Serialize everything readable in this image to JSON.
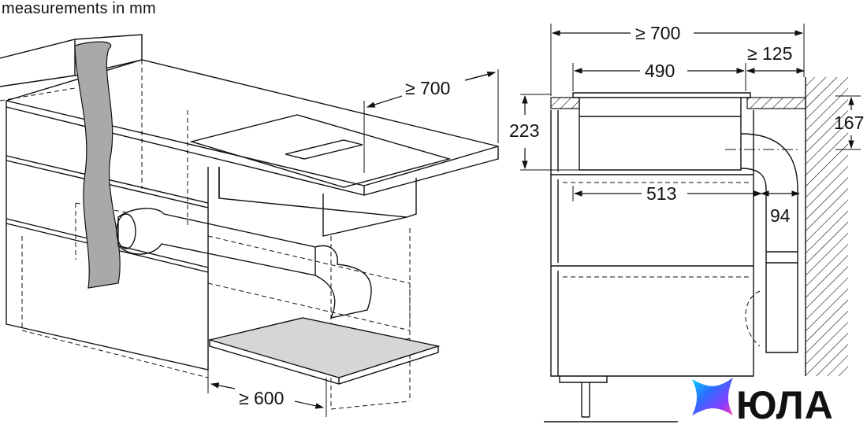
{
  "header": {
    "note": "measurements in mm"
  },
  "dimensions": {
    "left_depth": "≥ 700",
    "left_width": "≥ 600",
    "right_depth": "≥ 700",
    "wall_gap": "≥ 125",
    "hob_width": "490",
    "cutout_depth": "513",
    "hob_height": "223",
    "duct_height": "167",
    "duct_width": "94"
  },
  "logo": {
    "text": "ЮЛА",
    "colors": [
      "#2f6bff",
      "#8a3cff",
      "#ff3fa0",
      "#00d2ff"
    ]
  },
  "colors": {
    "ink": "#111111",
    "duct_gray": "#a9a9a9",
    "tray_gray": "#d6d6d6"
  }
}
